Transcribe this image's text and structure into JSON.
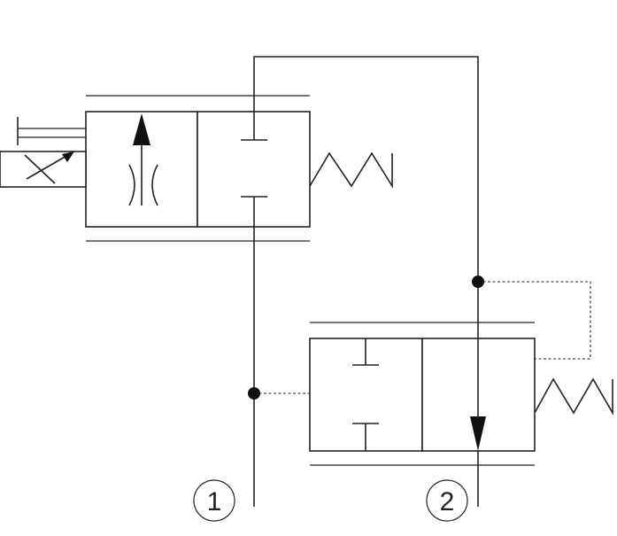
{
  "diagram": {
    "type": "hydraulic-valve-schematic",
    "ports": [
      {
        "id": "port-1",
        "label": "1"
      },
      {
        "id": "port-2",
        "label": "2"
      }
    ],
    "colors": {
      "line": "#222222",
      "background": "#ffffff"
    }
  }
}
